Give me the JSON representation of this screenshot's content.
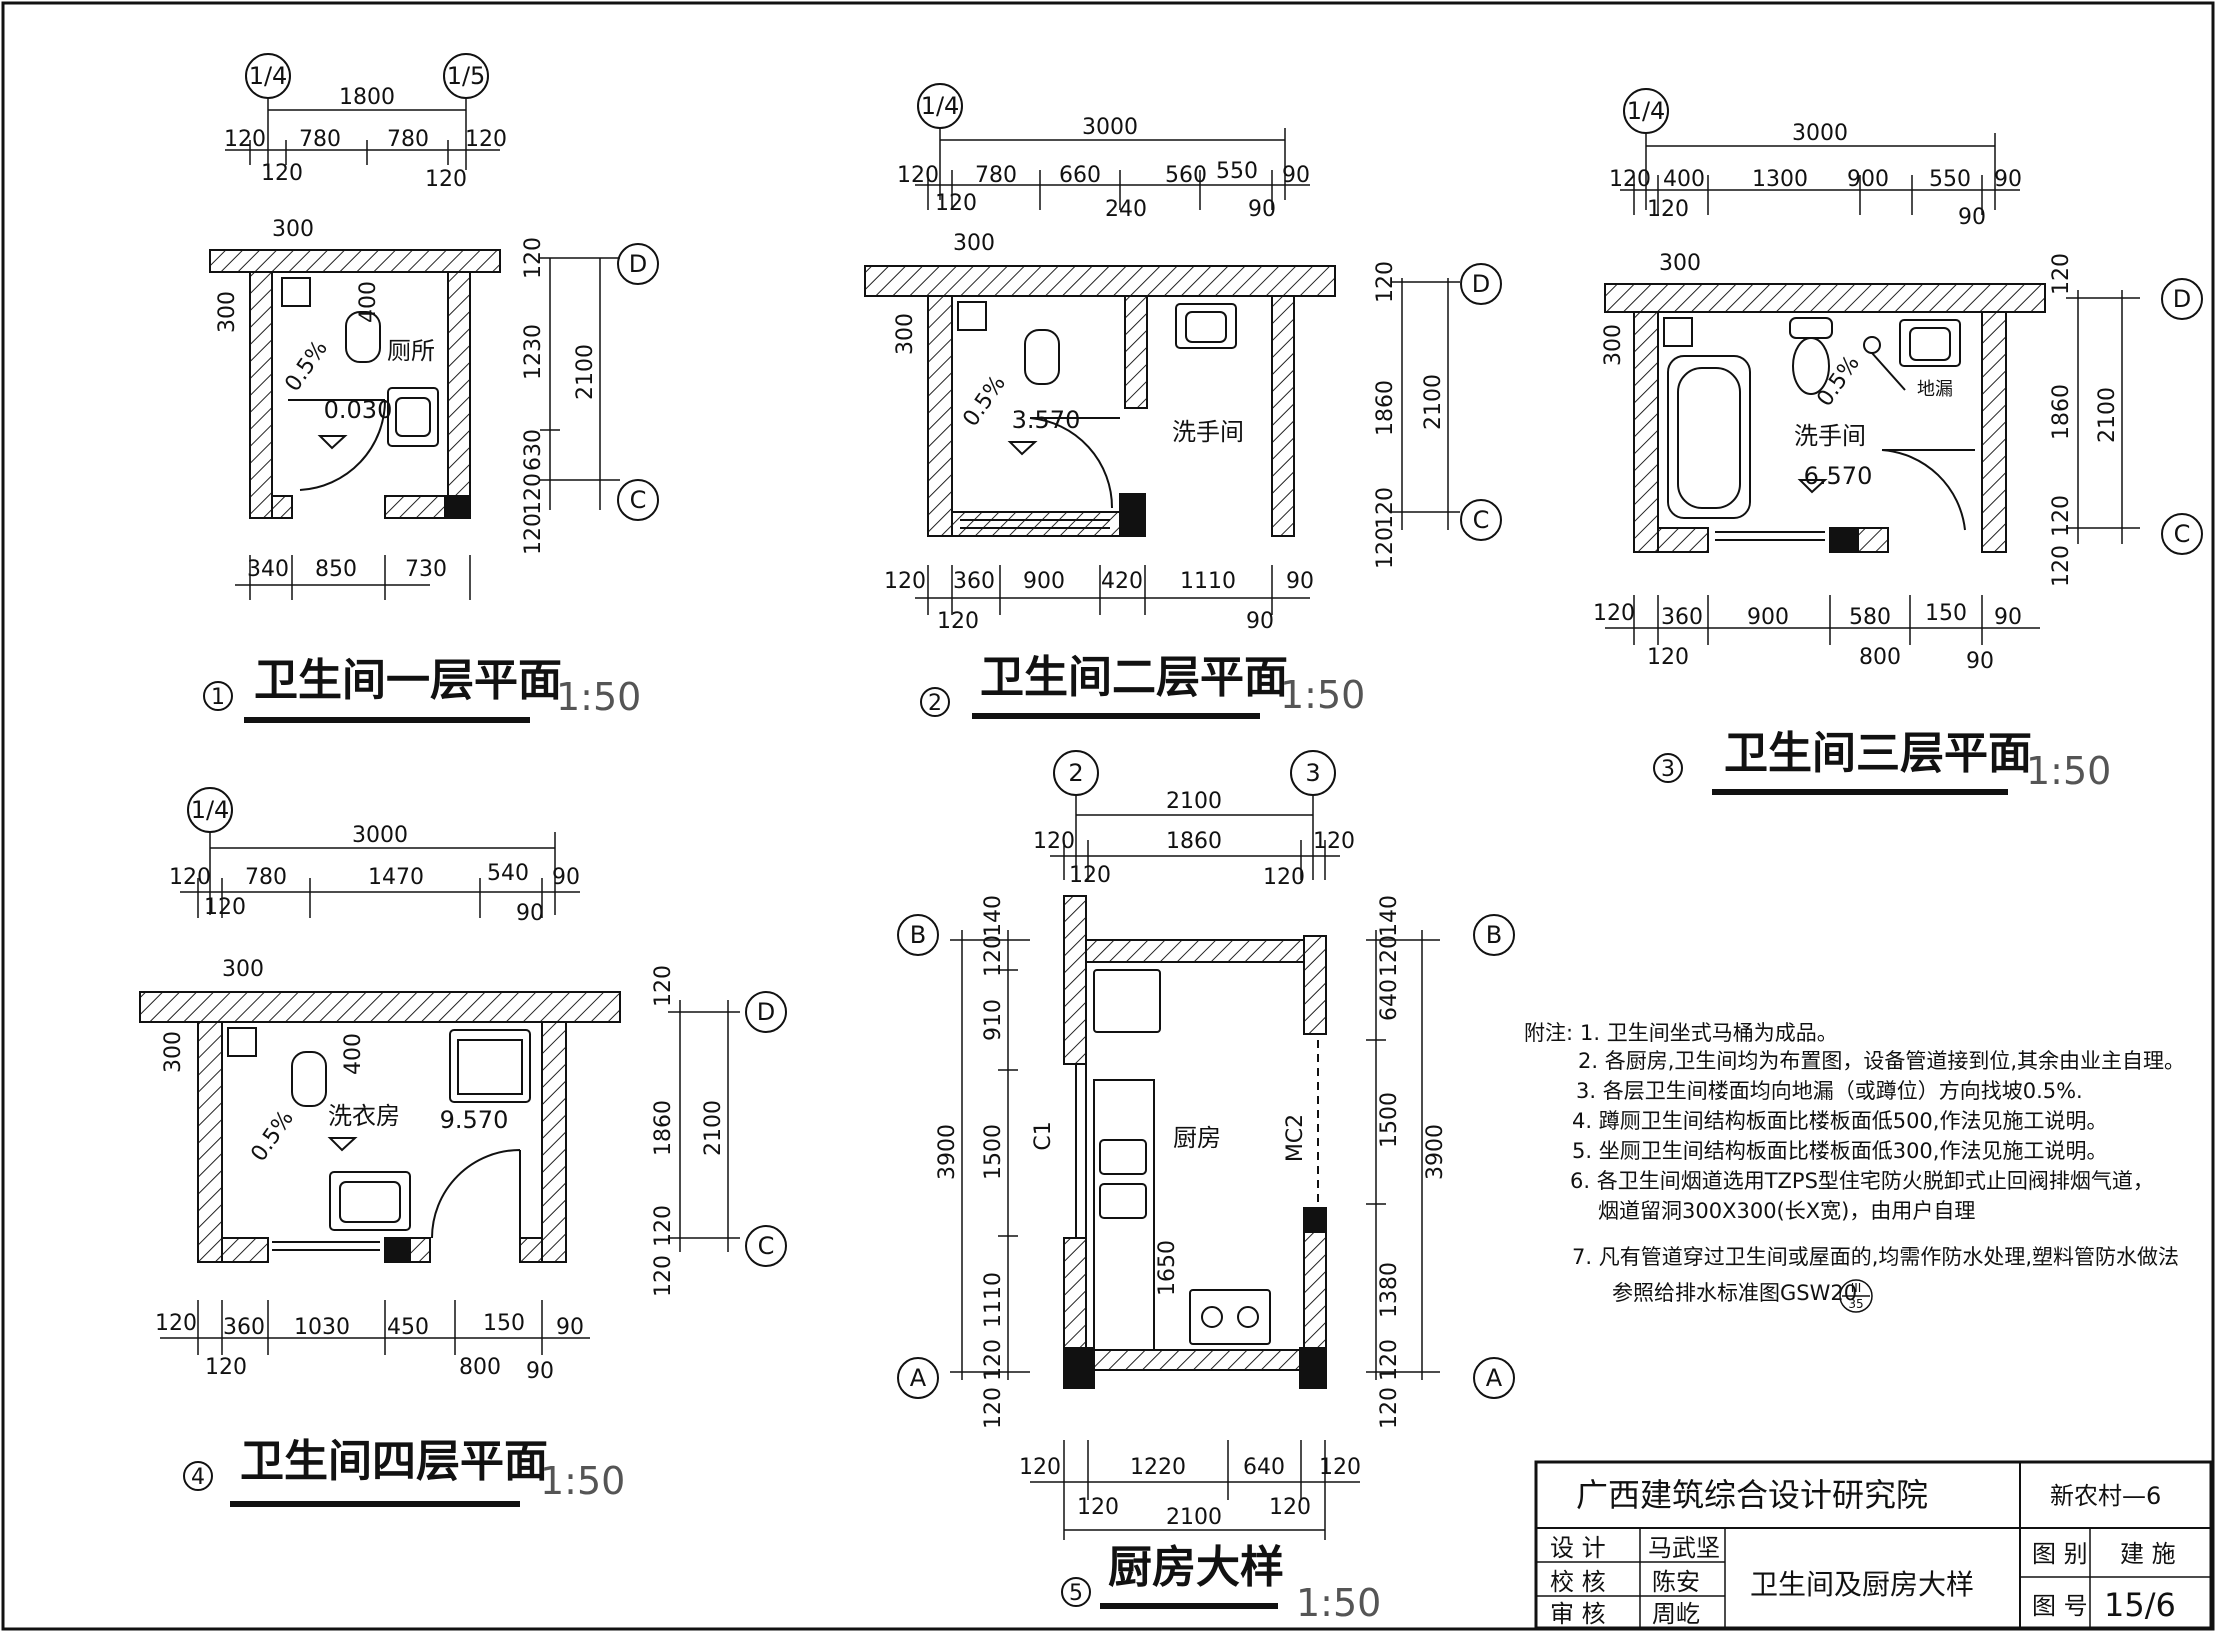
{
  "plan1": {
    "axes_top": [
      "1/4",
      "1/5"
    ],
    "axes_side": [
      "D",
      "C"
    ],
    "top_total": "1800",
    "top_row": [
      "120",
      "780",
      "780",
      "120"
    ],
    "top_sub": [
      "120",
      "120"
    ],
    "wall_side": "300",
    "wall_top": "300",
    "right_dims": [
      "120",
      "1230",
      "630",
      "120"
    ],
    "right_total": "2100",
    "right_extra": "120",
    "bottom_dims": [
      "340",
      "850",
      "730"
    ],
    "room": "厕所",
    "slope": "0.5%",
    "fixture_dim": "400",
    "level": "0.030",
    "num": "1",
    "title": "卫生间一层平面",
    "scale": "1:50"
  },
  "plan2": {
    "axes_top": [
      "1/4"
    ],
    "axes_side": [
      "D",
      "C"
    ],
    "top_total": "3000",
    "top_row": [
      "120",
      "780",
      "660",
      "560",
      "550",
      "90"
    ],
    "top_sub": [
      "120",
      "240",
      "90"
    ],
    "wall_side": "300",
    "wall_top": "300",
    "right_dims": [
      "120",
      "1860",
      "120"
    ],
    "right_total": "2100",
    "right_extra": "120",
    "bottom_row": [
      "120",
      "360",
      "900",
      "420",
      "1110",
      "90"
    ],
    "bottom_sub": [
      "120",
      "90"
    ],
    "rooms": [
      "洗手间"
    ],
    "slope": "0.5%",
    "level": "3.570",
    "num": "2",
    "title": "卫生间二层平面",
    "scale": "1:50"
  },
  "plan3": {
    "axes_top": [
      "1/4"
    ],
    "axes_side": [
      "D",
      "C"
    ],
    "top_total": "3000",
    "top_row": [
      "120",
      "400",
      "1300",
      "900",
      "550",
      "90"
    ],
    "top_sub": [
      "120",
      "90"
    ],
    "wall_side": "300",
    "wall_top": "300",
    "right_dims": [
      "120",
      "1860",
      "120"
    ],
    "right_total": "2100",
    "right_extra": "120",
    "bottom_row": [
      "120",
      "360",
      "900",
      "580",
      "150",
      "90"
    ],
    "bottom_sub": [
      "120",
      "800",
      "90"
    ],
    "room": "洗手间",
    "drain": "地漏",
    "slope": "0.5%",
    "level": "6.570",
    "num": "3",
    "title": "卫生间三层平面",
    "scale": "1:50"
  },
  "plan4": {
    "axes_top": [
      "1/4"
    ],
    "axes_side": [
      "D",
      "C"
    ],
    "top_total": "3000",
    "top_row": [
      "120",
      "780",
      "1470",
      "540",
      "90"
    ],
    "top_sub": [
      "120",
      "90"
    ],
    "wall_side": "300",
    "wall_top": "300",
    "right_dims": [
      "120",
      "1860",
      "120"
    ],
    "right_total": "2100",
    "right_extra": "120",
    "bottom_row": [
      "120",
      "360",
      "1030",
      "450",
      "150",
      "90"
    ],
    "bottom_sub": [
      "120",
      "800",
      "90"
    ],
    "room": "洗衣房",
    "slope": "0.5%",
    "fixture_dim": "400",
    "level": "9.570",
    "num": "4",
    "title": "卫生间四层平面",
    "scale": "1:50"
  },
  "plan5": {
    "axes_top": [
      "2",
      "3"
    ],
    "axes_side": [
      "B",
      "A"
    ],
    "top_total": "2100",
    "top_row": [
      "120",
      "1860",
      "120"
    ],
    "top_sub": [
      "120",
      "120"
    ],
    "left_dims": [
      "140",
      "120",
      "910",
      "1500",
      "1110",
      "120",
      "120"
    ],
    "left_total": "3900",
    "right_dims": [
      "140",
      "120",
      "640",
      "1500",
      "1380",
      "120",
      "120"
    ],
    "right_total": "3900",
    "bottom_row": [
      "120",
      "1220",
      "640",
      "120"
    ],
    "bottom_sub": [
      "120",
      "120"
    ],
    "bottom_total": "2100",
    "window": "C1",
    "door": "MC2",
    "room": "厨房",
    "inner_dim": "1650",
    "num": "5",
    "title": "厨房大样",
    "scale": "1:50"
  },
  "notes": {
    "prefix": "附注:",
    "items": [
      "1. 卫生间坐式马桶为成品。",
      "2. 各厨房,卫生间均为布置图，设备管道接到位,其余由业主自理。",
      "3. 各层卫生间楼面均向地漏（或蹲位）方向找坡0.5%.",
      "4. 蹲厕卫生间结构板面比楼板面低500,作法见施工说明。",
      "5. 坐厕卫生间结构板面比楼板面低300,作法见施工说明。",
      "6. 各卫生间烟道选用TZPS型住宅防火脱卸式止回阀排烟气道，",
      "烟道留洞300X300(长X宽)，由用户自理",
      "7. 凡有管道穿过卫生间或屋面的,均需作防水处理,塑料管防水做法",
      "参照给排水标准图GSW20"
    ],
    "ref_top": "III",
    "ref_bottom": "35"
  },
  "title_block": {
    "institute": "广西建筑综合设计研究院",
    "project": "新农村—6",
    "roles": [
      "设 计",
      "校 核",
      "审 核"
    ],
    "names": [
      "马武坚",
      "陈安",
      "周屹"
    ],
    "drawing_name": "卫生间及厨房大样",
    "category_label": "图 别",
    "category": "建 施",
    "number_label": "图 号",
    "number": "15/6"
  }
}
